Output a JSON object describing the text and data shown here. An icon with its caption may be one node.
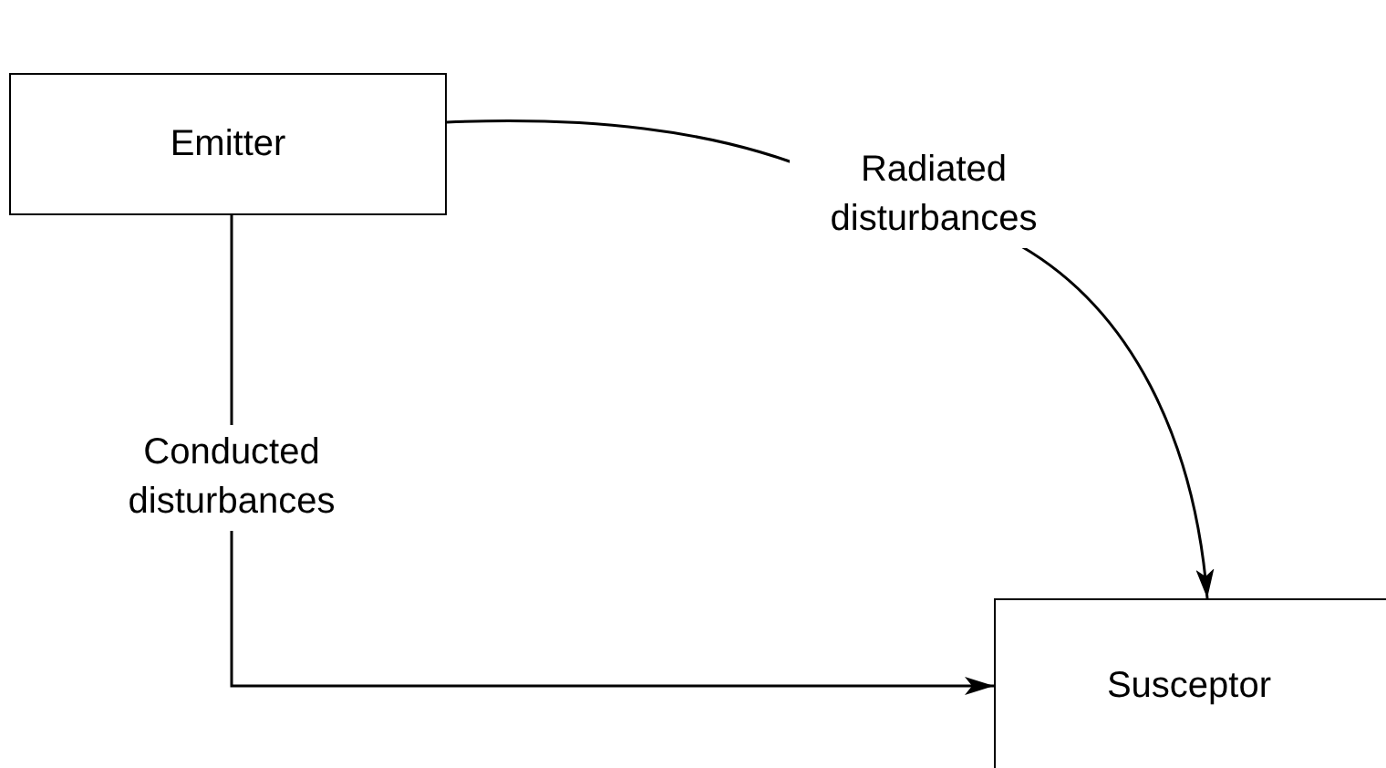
{
  "diagram": {
    "nodes": [
      {
        "text": [
          "Emitter"
        ]
      },
      {
        "text": [
          "Susceptor"
        ]
      }
    ],
    "edges": [
      {
        "from": 0,
        "to": 1,
        "arrow": "to",
        "label": "Radiated disturbances"
      },
      {
        "from": 0,
        "to": 1,
        "arrow": "to",
        "label": "Conducted disturbances"
      }
    ]
  }
}
